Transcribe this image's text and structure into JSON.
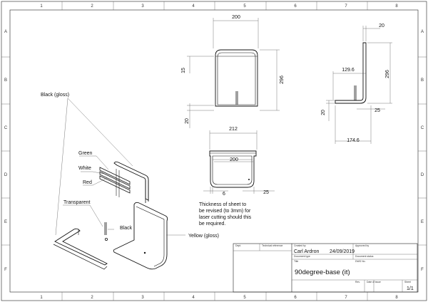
{
  "border": {
    "cols": [
      "1",
      "2",
      "3",
      "4",
      "5",
      "6",
      "7",
      "8"
    ],
    "rows": [
      "A",
      "B",
      "C",
      "D",
      "E",
      "F"
    ]
  },
  "views": {
    "front": {
      "width": "200",
      "height": "296",
      "top_gap": "15",
      "bottom": "20"
    },
    "side": {
      "top": "20",
      "width_129": "129.6",
      "height": "296",
      "bottom_20": "20",
      "bottom_25": "25",
      "width_total": "174.6"
    },
    "top": {
      "overall": "212",
      "inner": "200",
      "left": "6",
      "right": "25"
    }
  },
  "callouts": {
    "black_gloss": "Black (gloss)",
    "green": "Green",
    "white": "White",
    "red": "Red",
    "transparent": "Transparent",
    "black": "Black",
    "yellow_gloss": "Yellow (gloss)"
  },
  "note": {
    "line1": "Thickness of sheet to",
    "line2": "be revised (to 3mm) for",
    "line3": "laser cutting should this",
    "line4": "be required."
  },
  "title_block": {
    "dept_label": "Dept.",
    "tech_ref_label": "Technical reference",
    "created_by_label": "Created by",
    "created_by": "Carl Ardron",
    "date": "24/09/2019",
    "approved_by_label": "Approved by",
    "doc_type_label": "Document type",
    "doc_status_label": "Document status",
    "title_label": "Title",
    "title": "90degree-base (it)",
    "dwg_no_label": "DWG No.",
    "rev_label": "Rev.",
    "date_of_issue_label": "Date of issue",
    "sheet_label": "Sheet",
    "sheet": "1/1"
  }
}
